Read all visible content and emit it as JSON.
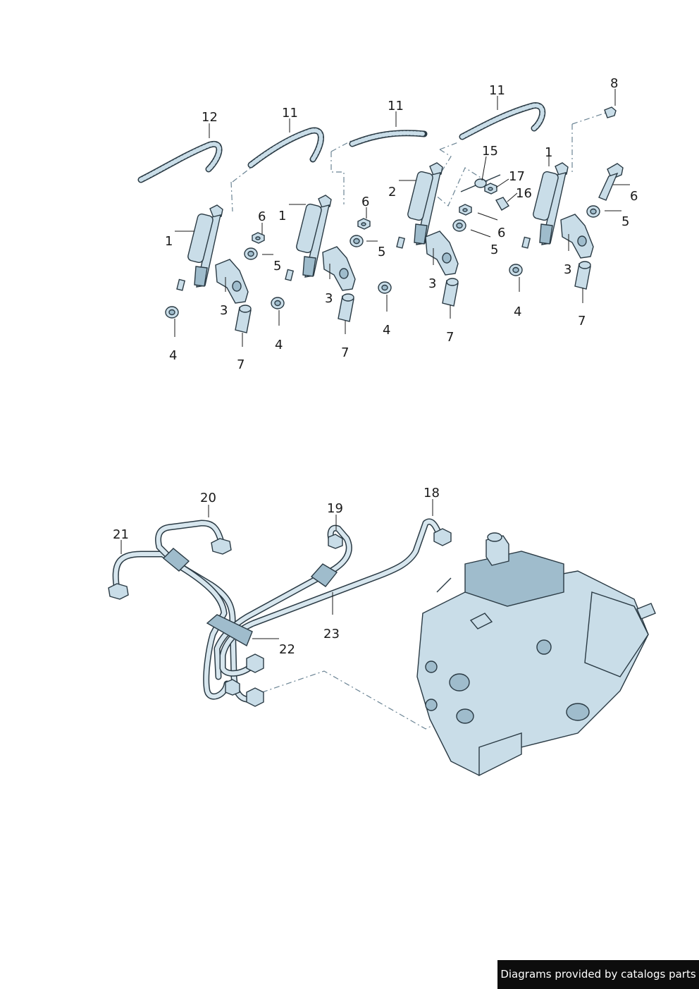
{
  "callouts": {
    "c1a": "1",
    "c1b": "1",
    "c1c": "1",
    "c2": "2",
    "c3a": "3",
    "c3b": "3",
    "c3c": "3",
    "c3d": "3",
    "c4a": "4",
    "c4b": "4",
    "c4c": "4",
    "c4d": "4",
    "c5a": "5",
    "c5b": "5",
    "c5c": "5",
    "c5d": "5",
    "c6a": "6",
    "c6b": "6",
    "c6c": "6",
    "c6d": "6",
    "c7a": "7",
    "c7b": "7",
    "c7c": "7",
    "c7d": "7",
    "c8": "8",
    "c11a": "11",
    "c11b": "11",
    "c11c": "11",
    "c12": "12",
    "c15": "15",
    "c16": "16",
    "c17": "17",
    "c18": "18",
    "c19": "19",
    "c20": "20",
    "c21": "21",
    "c22": "22",
    "c23": "23"
  },
  "footer": {
    "text": "Diagrams provided by catalogs parts"
  }
}
